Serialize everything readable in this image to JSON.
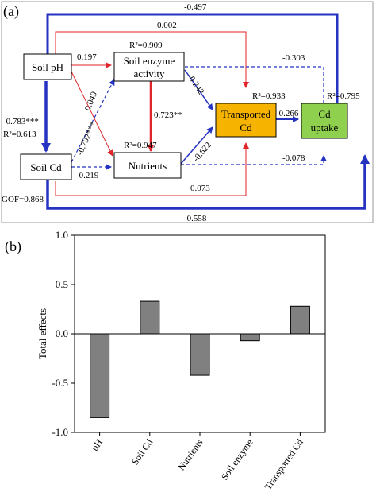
{
  "panel_a": {
    "label": "(a)",
    "nodes": {
      "soil_ph": "Soil pH",
      "soil_cd": "Soil Cd",
      "enzyme_line1": "Soil enzyme",
      "enzyme_line2": "activity",
      "nutrients": "Nutrients",
      "transported_line1": "Transported",
      "transported_line2": "Cd",
      "uptake_line1": "Cd",
      "uptake_line2": "uptake"
    },
    "colors": {
      "positive": "#e0262a",
      "negative": "#2533c0",
      "transported_fill": "#f6b400",
      "uptake_fill": "#8fd14f"
    },
    "edges": {
      "ph_uptake": "-0.497",
      "ph_transported": "0.002",
      "ph_enzyme": "0.197",
      "ph_nutrients": "0.049",
      "cd_enzyme": "-0.792***",
      "ph_cd": "-0.783***",
      "cd_nutrients": "-0.219",
      "enzyme_nutrients": "0.723**",
      "enzyme_transported": "-0.242",
      "nutrients_transported": "-0.622",
      "enzyme_uptake": "-0.303",
      "nutrients_uptake": "-0.078",
      "cd_transported": "0.073",
      "transported_uptake": "-0.266",
      "cd_uptake": "-0.558"
    },
    "stats": {
      "r2_enzyme": "R²=0.909",
      "r2_cd": "R²=0.613",
      "r2_nutrients": "R²=0.947",
      "r2_transported": "R²=0.933",
      "r2_uptake": "R²=0.795",
      "gof": "GOF=0.868"
    }
  },
  "panel_b": {
    "label": "(b)"
  },
  "chart_data": {
    "type": "bar",
    "categories": [
      "pH",
      "Soil Cd",
      "Nutrients",
      "Soil enzyme",
      "Transported Cd"
    ],
    "values": [
      -0.85,
      0.33,
      -0.42,
      -0.07,
      0.28
    ],
    "ylabel": "Total effects",
    "ylim": [
      -1.0,
      1.0
    ],
    "yticks": [
      "1.0",
      "0.5",
      "0.0",
      "-0.5",
      "-1.0"
    ],
    "bar_color": "#808080"
  }
}
